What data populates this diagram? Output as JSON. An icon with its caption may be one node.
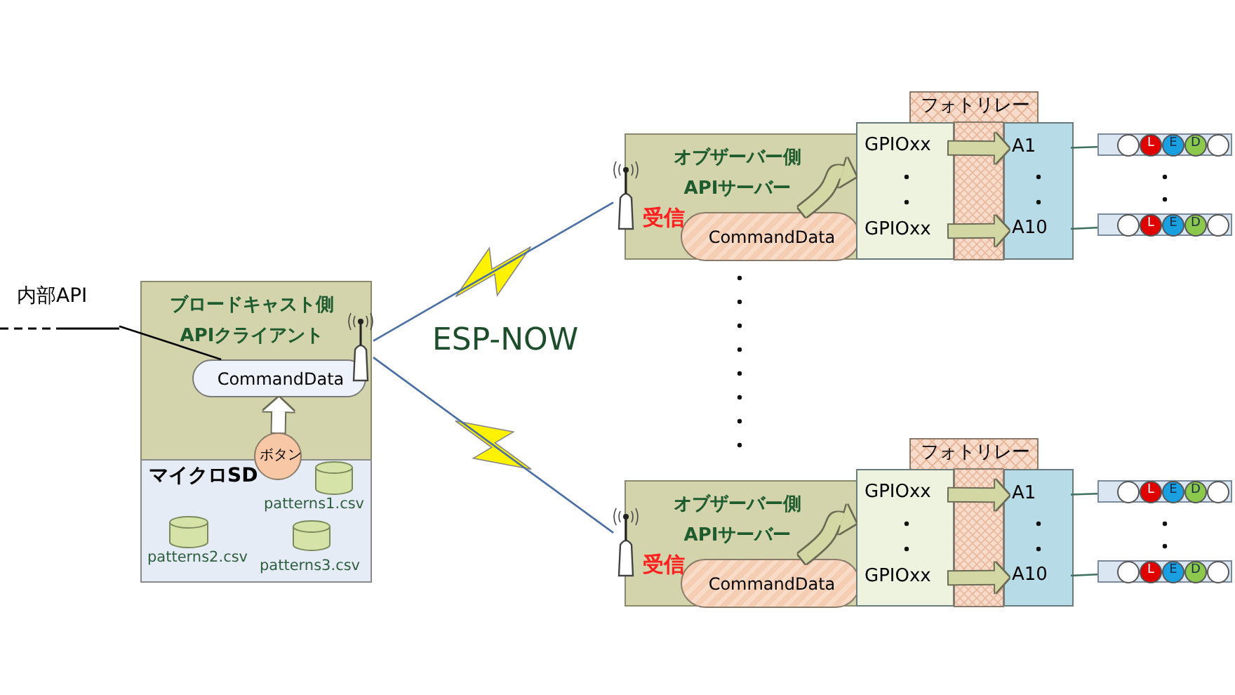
{
  "diagram": {
    "nodes": [
      {
        "text": [
          "内部API"
        ]
      },
      {
        "text": [
          "ブロードキャスト側 APIクライアント"
        ]
      },
      {
        "text": [
          "CommandData"
        ],
        "in": 1
      },
      {
        "text": [],
        "shape": "antenna",
        "in": 1
      },
      {
        "text": [
          "ボタン"
        ]
      },
      {
        "text": [
          "マイクロSD"
        ]
      },
      {
        "text": [],
        "shape": "cylinder",
        "in": 5,
        "beside": [
          "patterns1.csv"
        ]
      },
      {
        "text": [],
        "shape": "cylinder",
        "in": 5,
        "beside": [
          "patterns2.csv"
        ]
      },
      {
        "text": [],
        "shape": "cylinder",
        "in": 5,
        "beside": [
          "patterns3.csv"
        ]
      },
      {
        "text": [
          "オブザーバー側 APIサーバー",
          "受信"
        ]
      },
      {
        "text": [],
        "shape": "antenna"
      },
      {
        "text": [
          "CommandData"
        ],
        "in": 9
      },
      {
        "text": [],
        "shape": "box"
      },
      {
        "text": [
          "GPIOxx"
        ],
        "in": 12
      },
      {
        "text": [
          "GPIOxx"
        ],
        "in": 12
      },
      {
        "text": [
          "フォトリレー"
        ]
      },
      {
        "text": [],
        "shape": "box"
      },
      {
        "text": [
          "A1"
        ],
        "in": 16
      },
      {
        "text": [
          "A10"
        ],
        "in": 16
      },
      {
        "text": [
          "L",
          "E",
          "D"
        ]
      },
      {
        "text": [
          "L",
          "E",
          "D"
        ]
      },
      {
        "text": [
          "オブザーバー側 APIサーバー",
          "受信"
        ]
      },
      {
        "text": [],
        "shape": "antenna"
      },
      {
        "text": [
          "CommandData"
        ],
        "in": 21
      },
      {
        "text": [],
        "shape": "box"
      },
      {
        "text": [
          "GPIOxx"
        ],
        "in": 24
      },
      {
        "text": [
          "GPIOxx"
        ],
        "in": 24
      },
      {
        "text": [
          "フォトリレー"
        ]
      },
      {
        "text": [],
        "shape": "box"
      },
      {
        "text": [
          "A1"
        ],
        "in": 28
      },
      {
        "text": [
          "A10"
        ],
        "in": 28
      },
      {
        "text": [
          "L",
          "E",
          "D"
        ]
      },
      {
        "text": [
          "L",
          "E",
          "D"
        ]
      }
    ],
    "edges": [
      {
        "from": 0,
        "to": 2,
        "arrow": "none",
        "color": "#000000"
      },
      {
        "from": 4,
        "to": 2,
        "arrow": "to",
        "style": "thick",
        "color": "#ffffff"
      },
      {
        "from": 3,
        "to": 10,
        "arrow": "none",
        "color": "#4a6fa5"
      },
      {
        "from": 3,
        "to": 22,
        "arrow": "none",
        "color": "#4a6fa5"
      },
      {
        "from": 11,
        "to": 12,
        "arrow": "to",
        "style": "thick"
      },
      {
        "from": 13,
        "to": 17,
        "arrow": "to",
        "style": "thick"
      },
      {
        "from": 14,
        "to": 18,
        "arrow": "to",
        "style": "thick"
      },
      {
        "from": 17,
        "to": 19,
        "arrow": "none",
        "color": "#3f6f5f"
      },
      {
        "from": 18,
        "to": 20,
        "arrow": "none",
        "color": "#3f6f5f"
      },
      {
        "from": 23,
        "to": 24,
        "arrow": "to",
        "style": "thick"
      },
      {
        "from": 25,
        "to": 29,
        "arrow": "to",
        "style": "thick"
      },
      {
        "from": 26,
        "to": 30,
        "arrow": "to",
        "style": "thick"
      },
      {
        "from": 29,
        "to": 31,
        "arrow": "none",
        "color": "#3f6f5f"
      },
      {
        "from": 30,
        "to": 32,
        "arrow": "none",
        "color": "#3f6f5f"
      }
    ],
    "labels": [
      "ESP-NOW"
    ]
  }
}
